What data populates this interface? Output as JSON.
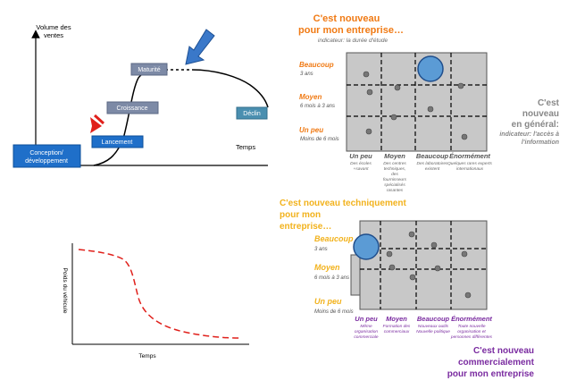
{
  "lifecycle": {
    "y_axis_label_1": "Volume des",
    "y_axis_label_2": "ventes",
    "x_axis_label": "Temps",
    "phases": {
      "conception_1": "Conception/",
      "conception_2": "développement",
      "lancement": "Lancement",
      "croissance": "Croissance",
      "maturite": "Maturité",
      "declin": "Déclin"
    },
    "colors": {
      "dark_box": "#1f6fc9",
      "grey_box": "#7d8aa6",
      "teal_box": "#4a8fb0",
      "arrow_blue": "#3a78c9",
      "arrow_red": "#e0201b"
    }
  },
  "degradation": {
    "y_axis_label": "Poids du véhicule",
    "x_axis_label": "Temps",
    "curve_color": "#e0201b"
  },
  "matrix_top": {
    "title_1": "C'est nouveau",
    "title_2": "pour mon entreprise…",
    "subtitle": "indicateur: la durée d'étude",
    "rows": [
      {
        "label": "Beaucoup",
        "sub": "3 ans"
      },
      {
        "label": "Moyen",
        "sub": "6 mois à 3 ans"
      },
      {
        "label": "Un peu",
        "sub": "Moins de 6 mois"
      }
    ],
    "cols": [
      {
        "label": "Un peu",
        "sub_1": "Des écoles",
        "sub_2": "+savant",
        "sub_3": "",
        "sub_4": ""
      },
      {
        "label": "Moyen",
        "sub_1": "Des centres",
        "sub_2": "techniques,",
        "sub_3": "des",
        "sub_4": "fournisseurs"
      },
      {
        "label": "Beaucoup",
        "sub_1": "Des laboratoires",
        "sub_2": "existent",
        "sub_3": "",
        "sub_4": ""
      },
      {
        "label": "Énormément",
        "sub_1": "Quelques rares experts",
        "sub_2": "internationaux",
        "sub_3": "",
        "sub_4": ""
      }
    ],
    "col2_extra_1": "spécialisés",
    "col2_extra_2": "rasantes",
    "side_1": "C'est",
    "side_2": "nouveau",
    "side_3": "en général:",
    "side_4": "indicateur: l'accès à",
    "side_5": "l'information",
    "title_color": "#f07a14"
  },
  "matrix_bottom": {
    "title_1": "C'est nouveau techniquement",
    "title_2": "pour mon",
    "title_3": "entreprise…",
    "rows": [
      {
        "label": "Beaucoup",
        "sub": "3 ans"
      },
      {
        "label": "Moyen",
        "sub": "6 mois à 3 ans"
      },
      {
        "label": "Un peu",
        "sub": "Moins de 6 mois"
      }
    ],
    "cols": [
      {
        "label": "Un peu",
        "sub_1": "Même",
        "sub_2": "organisation",
        "sub_3": "commerciale"
      },
      {
        "label": "Moyen",
        "sub_1": "Formation des",
        "sub_2": "commerciaux",
        "sub_3": ""
      },
      {
        "label": "Beaucoup",
        "sub_1": "Nouveaux outils",
        "sub_2": "Nouvelle politique",
        "sub_3": ""
      },
      {
        "label": "Énormément",
        "sub_1": "Toute nouvelle",
        "sub_2": "organisation et",
        "sub_3": "personnes différentes"
      }
    ],
    "bottom_1": "C'est nouveau",
    "bottom_2": "commercialement",
    "bottom_3": "pour mon entreprise",
    "title_color": "#f2b21c",
    "bottom_color": "#7a2ba0"
  }
}
